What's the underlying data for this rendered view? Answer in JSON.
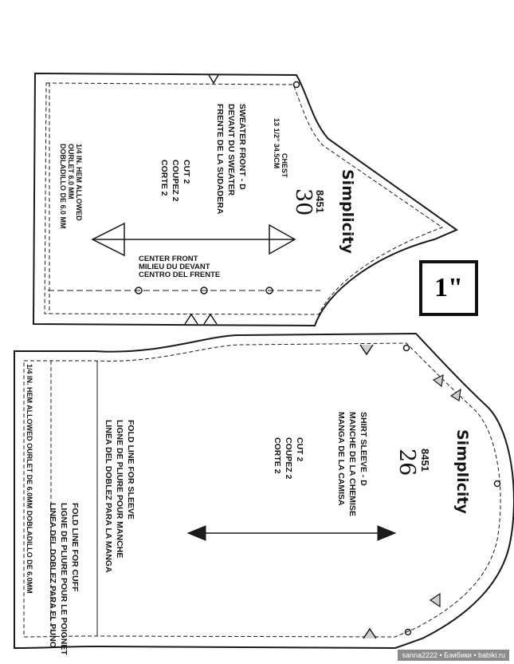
{
  "sweater_front": {
    "brand": "Simplicity",
    "pattern_no": "8451",
    "piece_no": "30",
    "title_lines": [
      "SWEATER FRONT - D",
      "DEVANT DU SWEATER",
      "FRENTE DE LA SUDADERA"
    ],
    "chest_label": "CHEST",
    "chest_value": "13 1/2\"  34.5CM",
    "cut_lines": [
      "CUT 2",
      "COUPEZ 2",
      "CORTE 2"
    ],
    "center_lines": [
      "CENTER FRONT",
      "MILIEU DU DEVANT",
      "CENTRO DEL FRENTE"
    ],
    "hem_lines": [
      "1/4 IN. HEM ALLOWED",
      "OURLET 6.0 MM",
      "DOBLADILLO DE 6.0 MM"
    ]
  },
  "shirt_sleeve": {
    "brand": "Simplicity",
    "pattern_no": "8451",
    "piece_no": "26",
    "title_lines": [
      "SHIRT SLEEVE - D",
      "MANCHE DE LA CHEMISE",
      "MANGA DE LA CAMISA"
    ],
    "cut_lines": [
      "CUT 2",
      "COUPEZ 2",
      "CORTE 2"
    ],
    "fold_sleeve_lines": [
      "FOLD LINE FOR SLEEVE",
      "LIGNE DE PLIURE POUR MANCHE",
      "LINEA DEL DOBLEZ PARA LA MANGA"
    ],
    "fold_cuff_lines": [
      "FOLD LINE FOR CUFF",
      "LIGNE DE PLIURE POUR LE POIGNET",
      "LINEA DEL DOBLEZ PARA EL PUNO"
    ],
    "hem_text": "1/4 IN. HEM ALLOWED   OURLET DE 6.0MM   DOBLADILLO DE 6.0MM"
  },
  "scale_marker": "1\"",
  "watermark": "sanna2222 • Бэибики • babiki.ru"
}
